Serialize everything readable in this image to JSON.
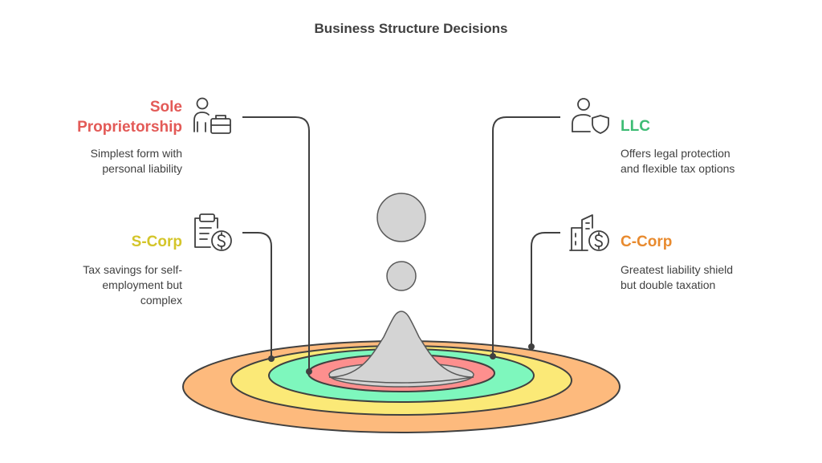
{
  "title": "Business Structure Decisions",
  "items": [
    {
      "key": "sole-proprietorship",
      "heading_lines": [
        "Sole",
        "Proprietorship"
      ],
      "description_lines": [
        "Simplest form with",
        "personal liability"
      ],
      "color": "#e35a57",
      "ring_color": "#fd8f8e",
      "icon": "person-briefcase-icon"
    },
    {
      "key": "llc",
      "heading_lines": [
        "LLC"
      ],
      "description_lines": [
        "Offers legal protection",
        "and flexible tax options"
      ],
      "color": "#3dbc74",
      "ring_color": "#7ef7bd",
      "icon": "person-shield-icon"
    },
    {
      "key": "s-corp",
      "heading_lines": [
        "S-Corp"
      ],
      "description_lines": [
        "Tax savings for self-",
        "employment but",
        "complex"
      ],
      "color": "#d4c52a",
      "ring_color": "#fbe977",
      "icon": "clipboard-dollar-icon"
    },
    {
      "key": "c-corp",
      "heading_lines": [
        "C-Corp"
      ],
      "description_lines": [
        "Greatest liability shield",
        "but double taxation"
      ],
      "color": "#e88a2e",
      "ring_color": "#fdba7d",
      "icon": "building-dollar-icon"
    }
  ],
  "colors": {
    "title": "#404040",
    "text": "#404040",
    "line": "#404040",
    "center_fill": "#d4d4d4",
    "center_stroke": "#595959"
  }
}
